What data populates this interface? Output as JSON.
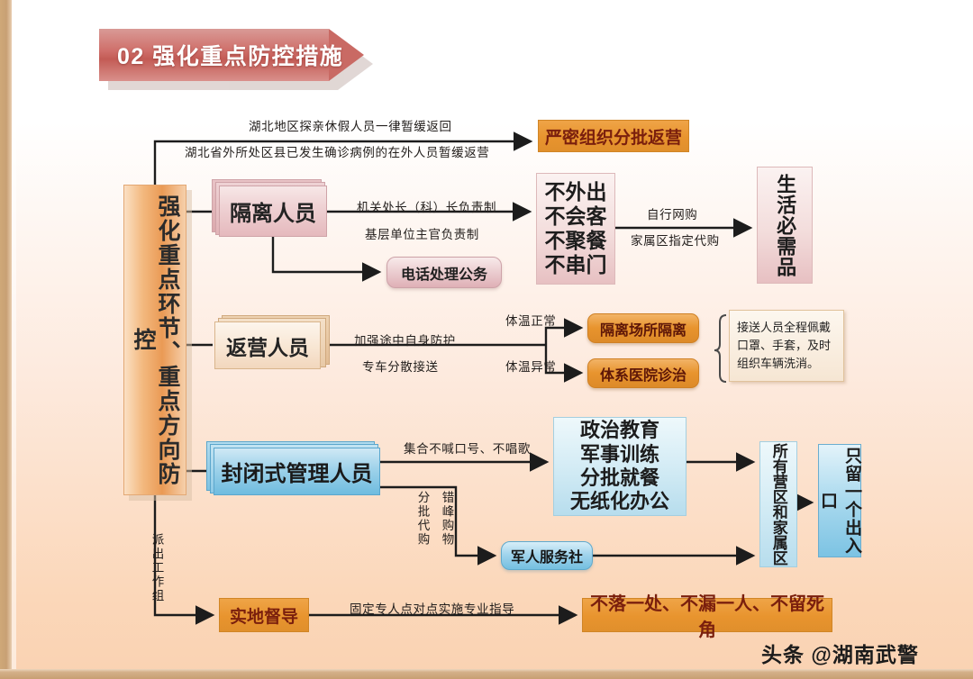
{
  "banner": {
    "label": "02 强化重点防控措施"
  },
  "pillar": {
    "label": "强化重点环节、重点方向防控"
  },
  "footer": {
    "watermark": "头条 @湖南武警"
  },
  "top_branch": {
    "label_line1": "湖北地区探亲休假人员一律暂缓返回",
    "label_line2": "湖北省外所处区县已发生确诊病例的在外人员暂缓返营",
    "target": "严密组织分批返营"
  },
  "isolation": {
    "source": "隔离人员",
    "label_line1": "机关处长（科）长负责制",
    "label_line2": "基层单位主官负责制",
    "rules": "不外出\n不会客\n不聚餐\n不串门",
    "purchase_line1": "自行网购",
    "purchase_line2": "家属区指定代购",
    "goods": "生活必需品",
    "phone_duty": "电话处理公务"
  },
  "returning": {
    "source": "返营人员",
    "label_line1": "加强途中自身防护",
    "label_line2": "专车分散接送",
    "branch_normal_label": "体温正常",
    "branch_normal_target": "隔离场所隔离",
    "branch_abnormal_label": "体温异常",
    "branch_abnormal_target": "体系医院诊治",
    "note": "接送人员全程佩戴口罩、手套，及时组织车辆洗消。"
  },
  "closed_management": {
    "source": "封闭式管理人员",
    "label_assembly": "集合不喊口号、不唱歌",
    "activities": "政治教育\n军事训练\n分批就餐\n无纸化办公",
    "label_batch_buy": "分批代购",
    "label_offpeak": "错峰购物",
    "service_shop": "军人服务社",
    "zone": "所有营区和家属区",
    "exit": "只留一个出入口"
  },
  "supervision": {
    "dispatch_label": "派出工作组",
    "source": "实地督导",
    "label": "固定专人点对点实施专业指导",
    "target": "不落一处、不漏一人、不留死角"
  }
}
